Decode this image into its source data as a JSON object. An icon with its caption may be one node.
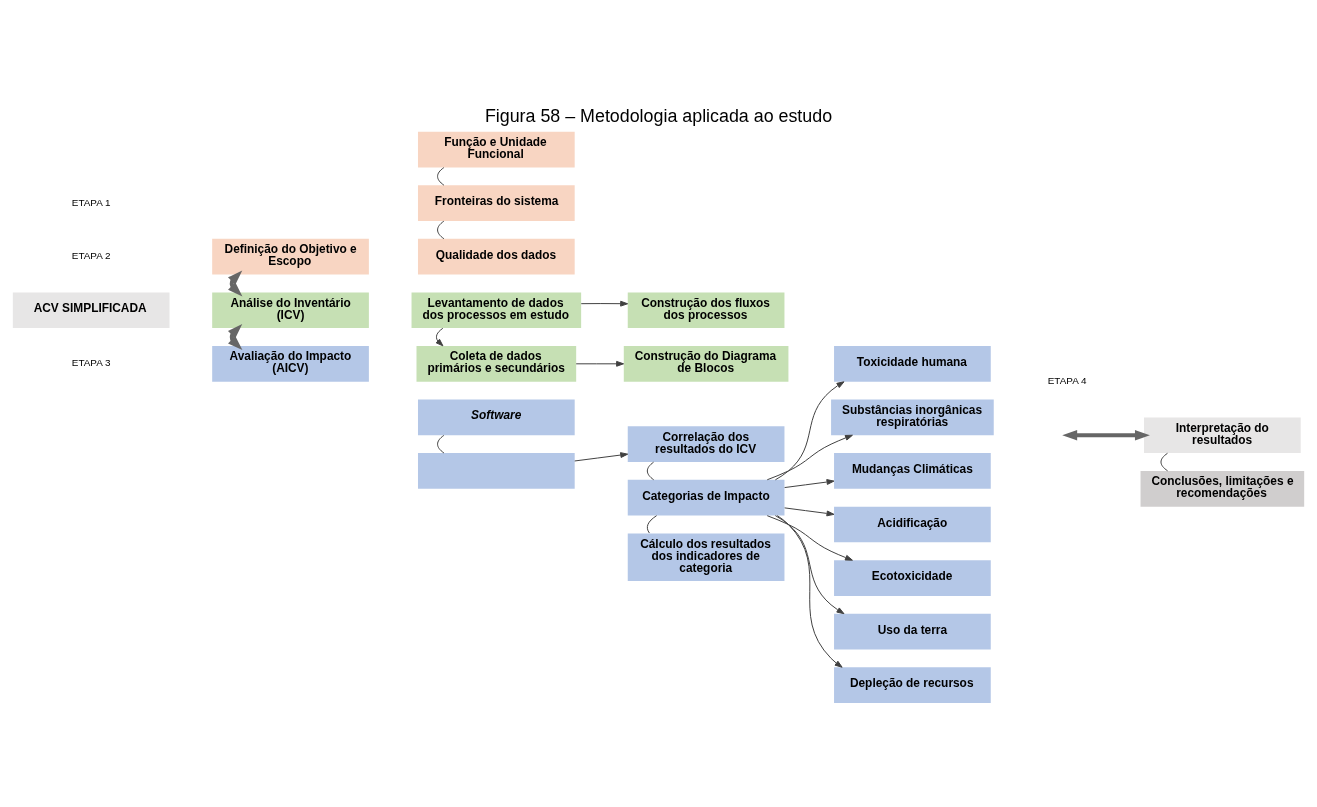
{
  "diagram": {
    "title": "Figura 58 – Metodologia aplicada ao estudo",
    "nodes": [
      {
        "text": [
          "ACV SIMPLIFICADA"
        ]
      },
      {
        "text": [
          "Definição do Objetivo e Escopo"
        ]
      },
      {
        "text": [
          "Função e Unidade Funcional"
        ]
      },
      {
        "text": [
          "Fronteiras do sistema"
        ]
      },
      {
        "text": [
          "Qualidade dos dados"
        ]
      },
      {
        "text": [
          "Análise do Inventário (ICV)"
        ]
      },
      {
        "text": [
          "Levantamento de dados dos processos em estudo"
        ]
      },
      {
        "text": [
          "Construção dos fluxos dos processos"
        ]
      },
      {
        "text": [
          "Coleta de dados primários e secundários"
        ]
      },
      {
        "text": [
          "Construção do Diagrama de Blocos"
        ]
      },
      {
        "text": [
          "Avaliação do Impacto (AICV)"
        ]
      },
      {
        "text": [
          "Software"
        ]
      },
      {
        "text": [],
        "shape": "box"
      },
      {
        "text": [
          "Correlação dos resultados do ICV"
        ]
      },
      {
        "text": [
          "Categorias de Impacto"
        ]
      },
      {
        "text": [
          "Cálculo dos resultados dos indicadores de categoria"
        ]
      },
      {
        "text": [
          "Toxicidade humana"
        ]
      },
      {
        "text": [
          "Substâncias inorgânicas respiratórias"
        ]
      },
      {
        "text": [
          "Mudanças Climáticas"
        ]
      },
      {
        "text": [
          "Acidificação"
        ]
      },
      {
        "text": [
          "Ecotoxicidade"
        ]
      },
      {
        "text": [
          "Uso da terra"
        ]
      },
      {
        "text": [
          "Depleção de recursos"
        ]
      },
      {
        "text": [
          "Interpretação do resultados"
        ]
      },
      {
        "text": [
          "Conclusões, limitações e recomendações"
        ]
      }
    ],
    "edges": [
      {
        "from": 1,
        "to": 5,
        "arrow": "both",
        "style": "thick",
        "color": "#666666"
      },
      {
        "from": 5,
        "to": 10,
        "arrow": "both",
        "style": "thick",
        "color": "#666666"
      },
      {
        "from": 2,
        "to": 3,
        "arrow": "none"
      },
      {
        "from": 3,
        "to": 4,
        "arrow": "none"
      },
      {
        "from": 6,
        "to": 7,
        "arrow": "to"
      },
      {
        "from": 6,
        "to": 8,
        "arrow": "to"
      },
      {
        "from": 8,
        "to": 9,
        "arrow": "to"
      },
      {
        "from": 11,
        "to": 12,
        "arrow": "none"
      },
      {
        "from": 12,
        "to": 13,
        "arrow": "to"
      },
      {
        "from": 13,
        "to": 14,
        "arrow": "none"
      },
      {
        "from": 14,
        "to": 15,
        "arrow": "none"
      },
      {
        "from": 14,
        "to": 16,
        "arrow": "to"
      },
      {
        "from": 14,
        "to": 17,
        "arrow": "to"
      },
      {
        "from": 14,
        "to": 18,
        "arrow": "to"
      },
      {
        "from": 14,
        "to": 19,
        "arrow": "to"
      },
      {
        "from": 14,
        "to": 20,
        "arrow": "to"
      },
      {
        "from": 14,
        "to": 21,
        "arrow": "to"
      },
      {
        "from": 14,
        "to": 22,
        "arrow": "to"
      },
      {
        "from": null,
        "to": 23,
        "arrow": "both",
        "style": "thick",
        "color": "#666666"
      },
      {
        "from": 23,
        "to": 24,
        "arrow": "none"
      }
    ],
    "labels": [
      "ETAPA 1",
      "ETAPA 2",
      "ETAPA 4",
      "ETAPA 3"
    ]
  }
}
